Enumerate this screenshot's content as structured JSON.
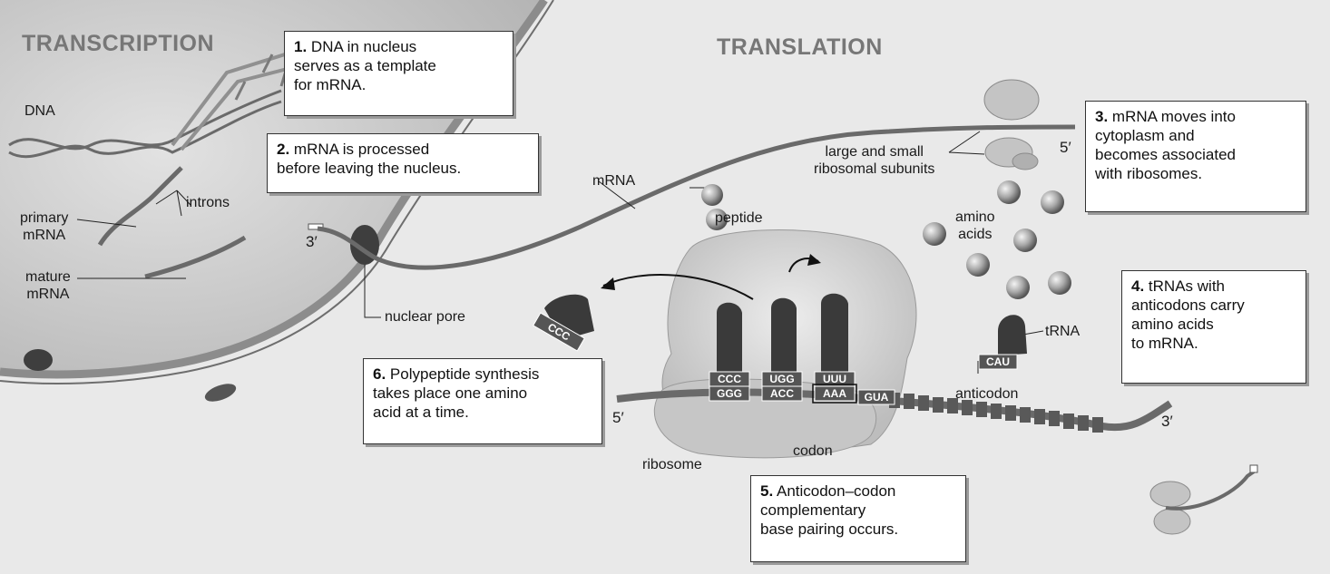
{
  "headings": {
    "transcription": "TRANSCRIPTION",
    "translation": "TRANSLATION"
  },
  "steps": [
    {
      "n": "1.",
      "text": "DNA in nucleus\nserves as a template\nfor mRNA."
    },
    {
      "n": "2.",
      "text": "mRNA is processed\nbefore leaving the nucleus."
    },
    {
      "n": "3.",
      "text": "mRNA moves into\ncytoplasm and\nbecomes associated\nwith ribosomes."
    },
    {
      "n": "4.",
      "text": "tRNAs with\nanticodons carry\namino acids\nto mRNA."
    },
    {
      "n": "5.",
      "text": "Anticodon–codon\ncomplementary\nbase pairing occurs."
    },
    {
      "n": "6.",
      "text": "Polypeptide synthesis\ntakes place one amino\nacid at a time."
    }
  ],
  "labels": {
    "dna": "DNA",
    "introns": "introns",
    "primary_mrna": "primary\nmRNA",
    "mature_mrna": "mature\nmRNA",
    "nuclear_pore": "nuclear pore",
    "mrna": "mRNA",
    "peptide": "peptide",
    "ribosomal_subunits": "large and small\nribosomal subunits",
    "amino_acids": "amino\nacids",
    "trna": "tRNA",
    "anticodon": "anticodon",
    "codon": "codon",
    "ribosome": "ribosome"
  },
  "ends": {
    "nucleus_3prime": "3′",
    "subunit_5prime": "5′",
    "left_5prime": "5′",
    "right_3prime": "3′"
  },
  "bases": {
    "released_trna": "CCC",
    "anticodons": [
      "CCC",
      "UGG",
      "UUU"
    ],
    "codons": [
      "GGG",
      "ACC",
      "AAA"
    ],
    "next_codon": "GUA",
    "incoming_anticodon": "CAU"
  },
  "colors": {
    "background": "#f2f2f2",
    "nucleus": "#cfcfcf",
    "envelope": "#8c8c8c",
    "trna": "#3a3a3a",
    "base_box": "#555555",
    "amino_acid": "#9a9a9a"
  }
}
